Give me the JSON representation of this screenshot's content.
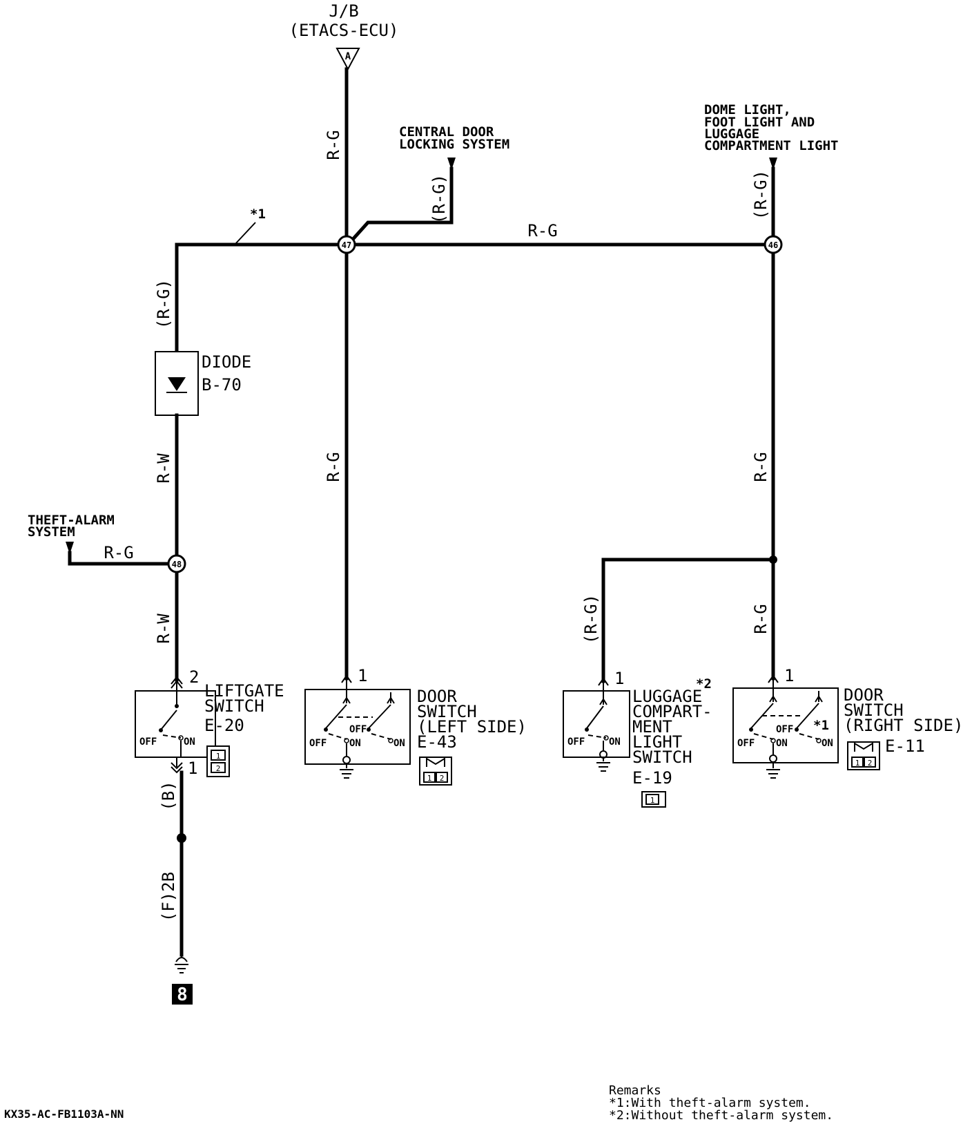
{
  "source": {
    "line1": "J/B",
    "line2": "(ETACS-ECU)",
    "terminal": "A"
  },
  "wires": {
    "main_vertical": "R-G",
    "main_horizontal": "R-G",
    "central_branch": "(R-G)",
    "dome_branch": "(R-G)",
    "liftgate_branch": "(R-G)",
    "diode_output": "R-W",
    "theft_branch": "R-G",
    "liftgate_feed": "R-W",
    "left_door_feed": "R-G",
    "right_vertical": "R-G",
    "luggage_feed": "(R-G)",
    "right_door_feed": "R-G",
    "ground_wire": "(B)",
    "ground_route": "(F)2B"
  },
  "junctions": {
    "j47": "47",
    "j46": "46",
    "j48": "48"
  },
  "notes": {
    "star1": "*1",
    "star2": "*2"
  },
  "destinations": {
    "central": {
      "line1": "CENTRAL DOOR",
      "line2": "LOCKING SYSTEM"
    },
    "dome": {
      "line1": "DOME LIGHT,",
      "line2": "FOOT LIGHT AND",
      "line3": "LUGGAGE",
      "line4": "COMPARTMENT LIGHT"
    },
    "theft": {
      "line1": "THEFT-ALARM",
      "line2": "SYSTEM"
    }
  },
  "components": {
    "diode": {
      "line1": "DIODE",
      "line2": "B-70"
    },
    "liftgate": {
      "line1": "LIFTGATE",
      "line2": "SWITCH",
      "code": "E-20",
      "pin_top": "2",
      "pin_bottom": "1",
      "off": "OFF",
      "on": "ON",
      "conn_top": "1",
      "conn_bottom": "2"
    },
    "left_door": {
      "line1": "DOOR",
      "line2": "SWITCH",
      "line3": "(LEFT SIDE)",
      "code": "E-43",
      "pin": "1",
      "off": "OFF",
      "on1": "ON",
      "on2": "ON",
      "off_mid": "OFF",
      "conn_a": "1",
      "conn_b": "2"
    },
    "luggage": {
      "line1": "LUGGAGE",
      "line2": "COMPART-",
      "line3": "MENT",
      "line4": "LIGHT",
      "line5": "SWITCH",
      "code": "E-19",
      "pin": "1",
      "off": "OFF",
      "on": "ON",
      "conn": "1"
    },
    "right_door": {
      "line1": "DOOR",
      "line2": "SWITCH",
      "line3": "(RIGHT SIDE)",
      "code": "E-11",
      "pin": "1",
      "off": "OFF",
      "on1": "ON",
      "on2": "ON",
      "off_mid": "OFF",
      "conn_a": "1",
      "conn_b": "2"
    }
  },
  "ground_point": "8",
  "remarks": {
    "title": "Remarks",
    "line1": "*1:With theft-alarm system.",
    "line2": "*2:Without theft-alarm system."
  },
  "figure_code": "KX35-AC-FB1103A-NN"
}
